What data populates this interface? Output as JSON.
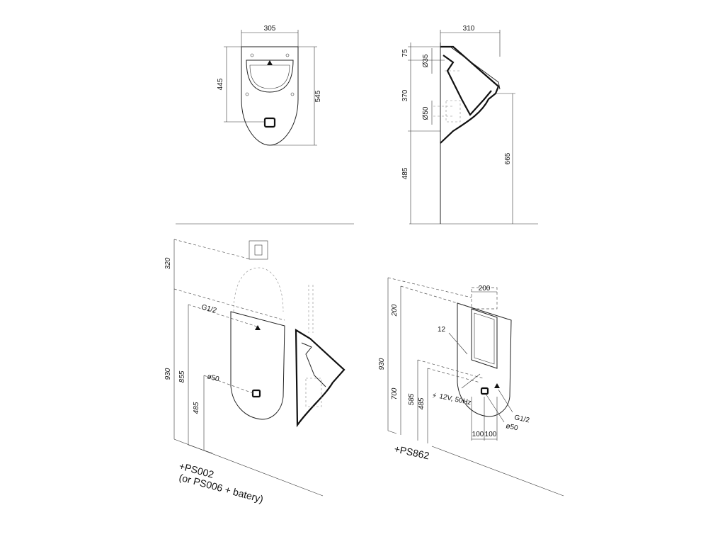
{
  "front_view": {
    "width_305": "305",
    "height_445": "445",
    "height_545": "545"
  },
  "side_view": {
    "depth_310": "310",
    "dim_75": "75",
    "dim_d35": "Ø35",
    "dim_370": "370",
    "dim_d50": "Ø50",
    "dim_485": "485",
    "dim_665": "665"
  },
  "install_left": {
    "dim_320": "320",
    "dim_930": "930",
    "dim_855": "855",
    "dim_485": "485",
    "g12": "G1/2",
    "d50": "ø50",
    "module_line1": "+PS002",
    "module_line2": "(or PS006 + batery)"
  },
  "install_right": {
    "dim_200_width": "200",
    "dim_12": "12",
    "dim_200": "200",
    "dim_930": "930",
    "dim_700": "700",
    "dim_585": "585",
    "dim_485": "485",
    "power": "12V, 50Hz",
    "g12": "G1/2",
    "d50": "ø50",
    "dim_100a": "100",
    "dim_100b": "100",
    "module": "+PS862"
  },
  "colors": {
    "line": "#111111",
    "background": "#ffffff"
  }
}
